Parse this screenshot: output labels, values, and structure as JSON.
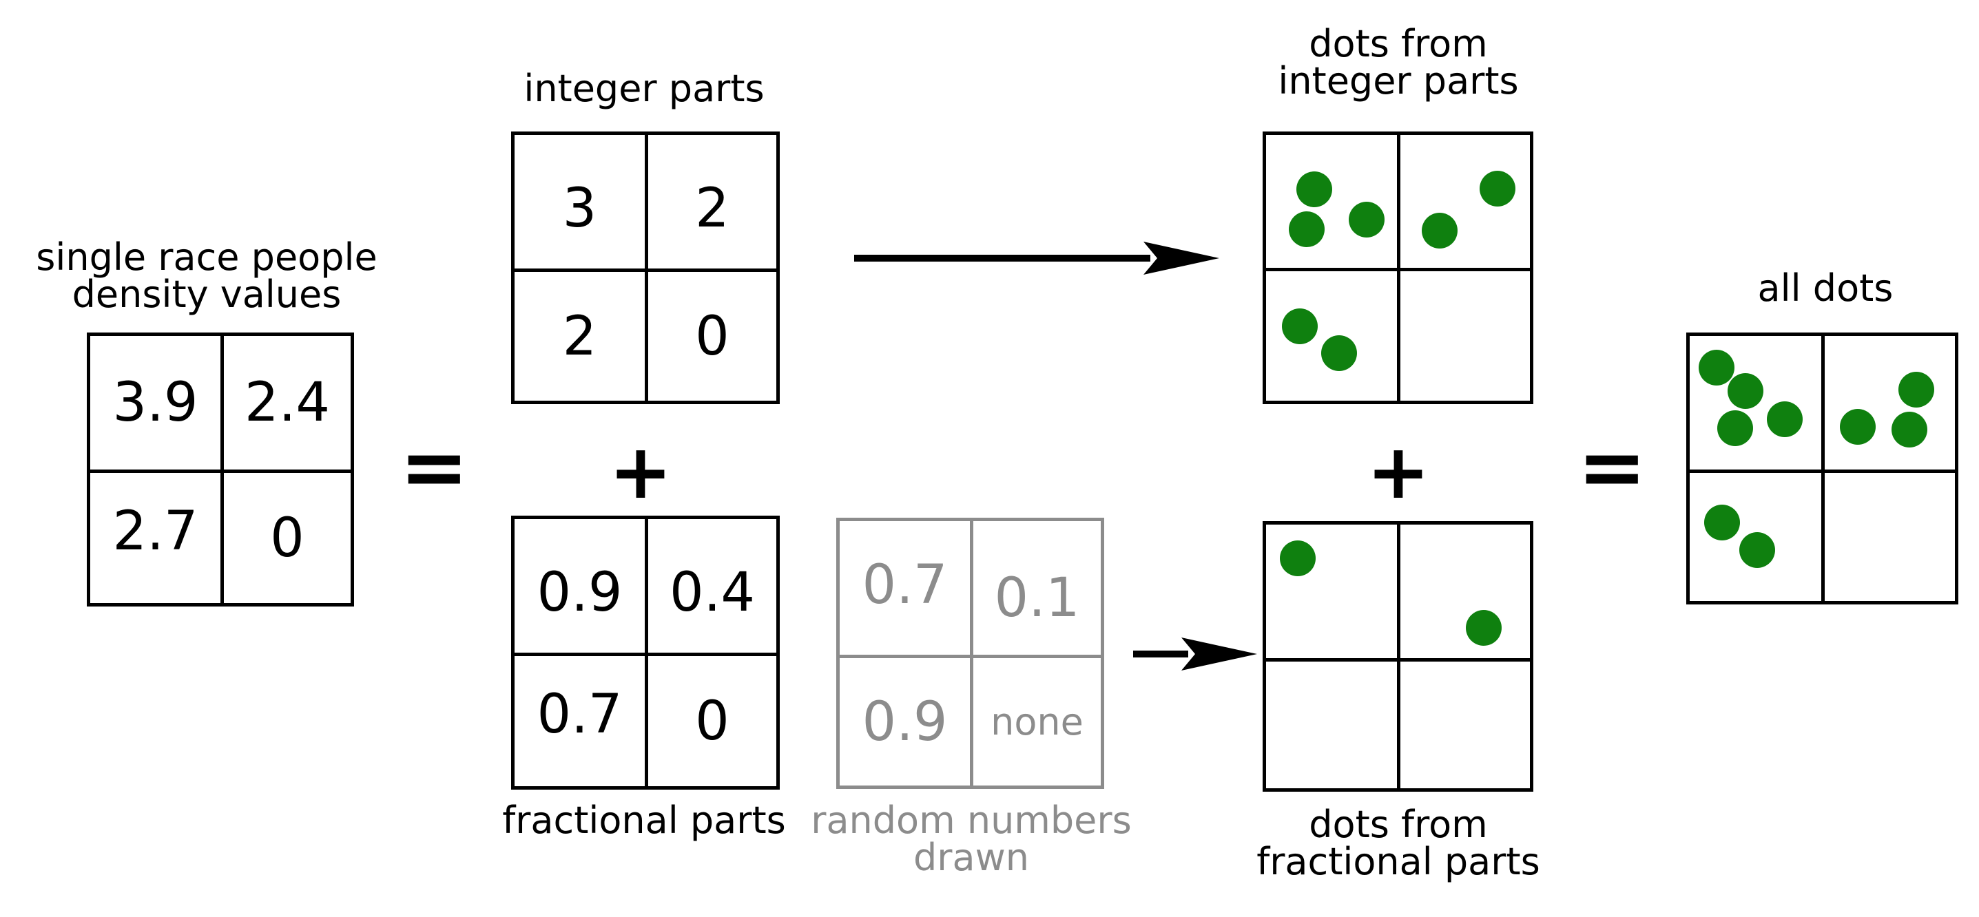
{
  "labels": {
    "density": [
      "single race people",
      "density values"
    ],
    "integer": "integer parts",
    "fractional": "fractional parts",
    "random": [
      "random numbers",
      "drawn"
    ],
    "dots_integer": [
      "dots from",
      "integer parts"
    ],
    "dots_fractional": [
      "dots from",
      "fractional parts"
    ],
    "all_dots": "all dots"
  },
  "grids": {
    "density": [
      "3.9",
      "2.4",
      "2.7",
      "0"
    ],
    "integer": [
      "3",
      "2",
      "2",
      "0"
    ],
    "fractional": [
      "0.9",
      "0.4",
      "0.7",
      "0"
    ],
    "random": [
      "0.7",
      "0.1",
      "0.9",
      "none"
    ]
  },
  "operators": {
    "equals": "=",
    "plus": "+"
  },
  "colors": {
    "dot": "#0f800f",
    "ink": "#000000",
    "muted": "#8c8c8c"
  }
}
